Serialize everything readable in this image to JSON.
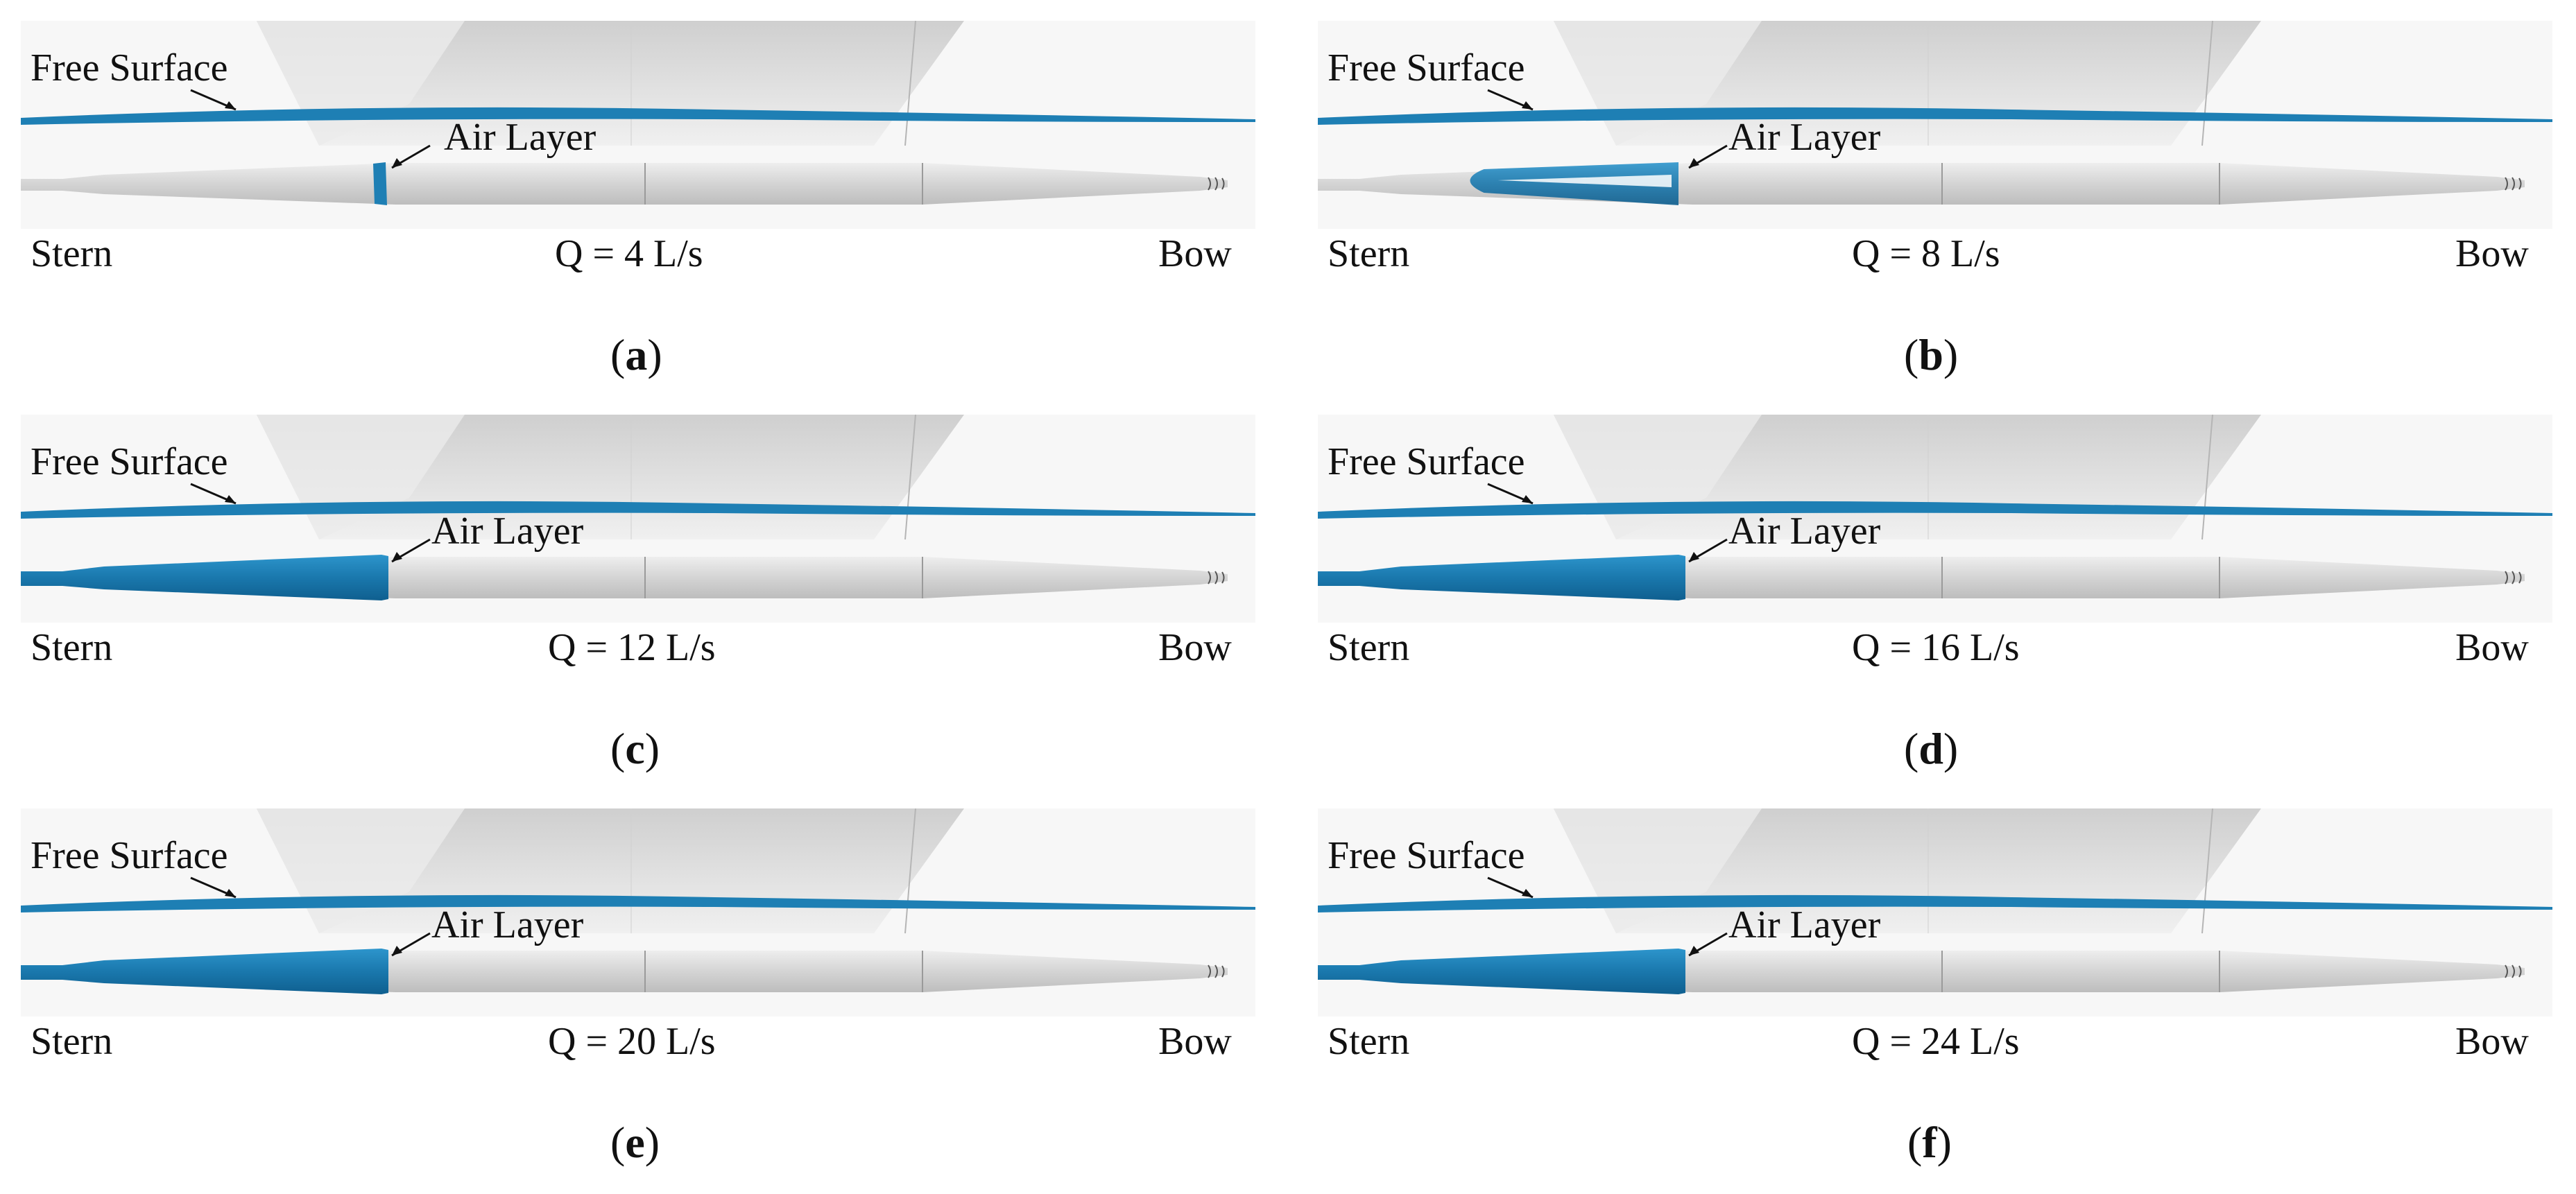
{
  "colors": {
    "water": "#1e7fb4",
    "hull": "#d9d9d9",
    "superstructure": "#e4e4e4",
    "background": "#ffffff"
  },
  "labels": {
    "free_surface": "Free Surface",
    "air_layer": "Air Layer",
    "stern": "Stern",
    "bow": "Bow"
  },
  "panels": [
    {
      "id": "a",
      "caption_open": "(",
      "caption_letter": "a",
      "caption_close": ")",
      "flow_rate": "Q = 4 L/s",
      "air_layer_coverage": 0.02
    },
    {
      "id": "b",
      "caption_open": "(",
      "caption_letter": "b",
      "caption_close": ")",
      "flow_rate": "Q = 8 L/s",
      "air_layer_coverage": 0.55
    },
    {
      "id": "c",
      "caption_open": "(",
      "caption_letter": "c",
      "caption_close": ")",
      "flow_rate": "Q = 12 L/s",
      "air_layer_coverage": 1.0
    },
    {
      "id": "d",
      "caption_open": "(",
      "caption_letter": "d",
      "caption_close": ")",
      "flow_rate": "Q = 16 L/s",
      "air_layer_coverage": 1.0
    },
    {
      "id": "e",
      "caption_open": "(",
      "caption_letter": "e",
      "caption_close": ")",
      "flow_rate": "Q = 20 L/s",
      "air_layer_coverage": 1.0
    },
    {
      "id": "f",
      "caption_open": "(",
      "caption_letter": "f",
      "caption_close": ")",
      "flow_rate": "Q = 24 L/s",
      "air_layer_coverage": 1.0
    }
  ]
}
